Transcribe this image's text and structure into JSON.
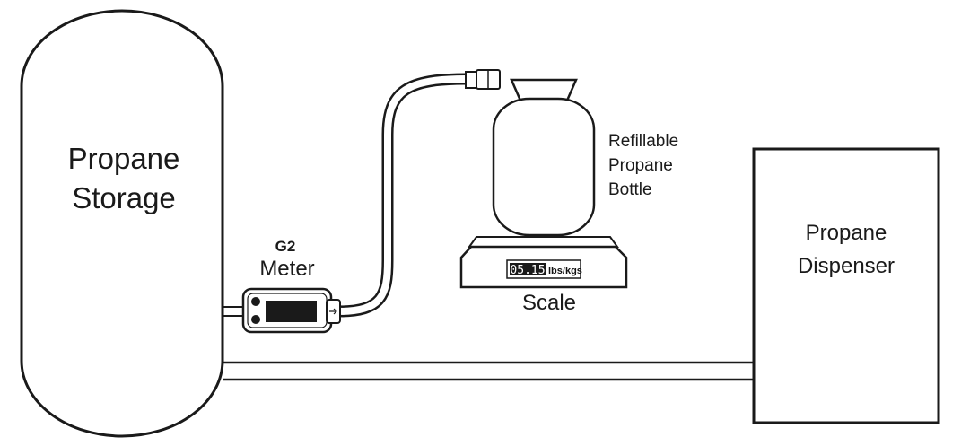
{
  "storage": {
    "line1": "Propane",
    "line2": "Storage"
  },
  "meter": {
    "model": "G2",
    "label": "Meter"
  },
  "bottle": {
    "line1": "Refillable",
    "line2": "Propane",
    "line3": "Bottle"
  },
  "scale": {
    "label": "Scale",
    "reading": "05.15",
    "units": "lbs/kgs"
  },
  "dispenser": {
    "line1": "Propane",
    "line2": "Dispenser"
  }
}
